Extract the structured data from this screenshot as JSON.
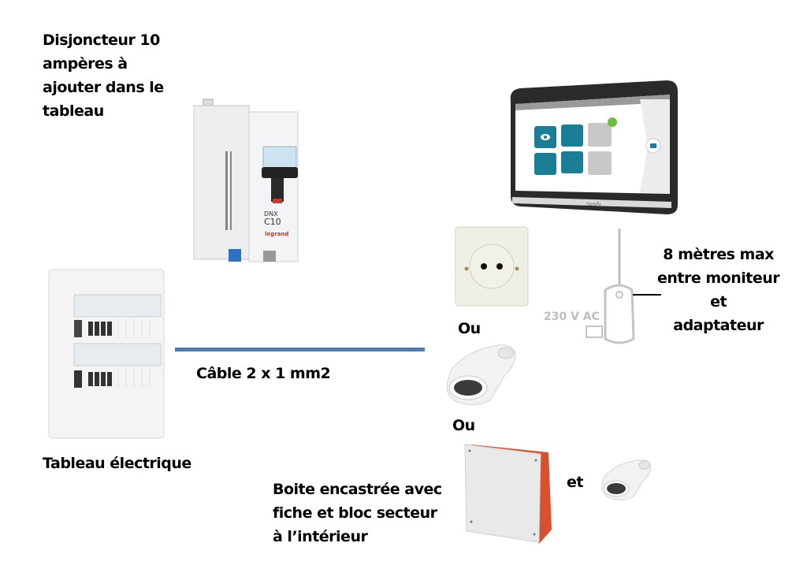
{
  "labels": {
    "breaker": [
      "Disjoncteur 10",
      "ampères à",
      "ajouter dans le",
      "tableau"
    ],
    "panel": "Tableau électrique",
    "cable": "Câble 2 x 1 mm2",
    "distance": [
      "8 mètres max",
      "entre moniteur",
      "et",
      "adaptateur"
    ],
    "or_1": "Ou",
    "or_2": "Ou",
    "and": "et",
    "box": [
      "Boite encastrée avec",
      "fiche et bloc secteur",
      "à l’intérieur"
    ]
  },
  "devices": {
    "breaker_text": "C10",
    "breaker_brand": "legrand",
    "adapter_text": "230 V AC",
    "monitor_brand": "Somfy"
  },
  "colors": {
    "cable": "#4a7ebb",
    "monitor_tile": "#1a7f96",
    "monitor_tile_inactive": "#c8c8c8",
    "badge": "#6abf3c",
    "box_orange": "#d9502e"
  }
}
